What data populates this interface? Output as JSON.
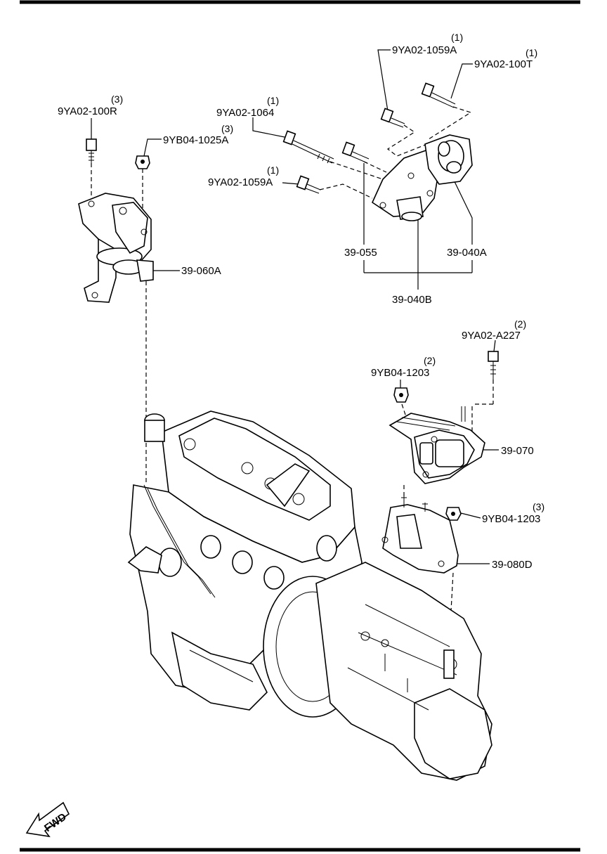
{
  "parts": {
    "p_9ya02_1059a_top": {
      "num": "9YA02-1059A",
      "qty": "(1)"
    },
    "p_9ya02_100t": {
      "num": "9YA02-100T",
      "qty": "(1)"
    },
    "p_9ya02_100r": {
      "num": "9YA02-100R",
      "qty": "(3)"
    },
    "p_9ya02_1064": {
      "num": "9YA02-1064",
      "qty": "(1)"
    },
    "p_9yb04_1025a": {
      "num": "9YB04-1025A",
      "qty": "(3)"
    },
    "p_9ya02_1059a_mid": {
      "num": "9YA02-1059A",
      "qty": "(1)"
    },
    "p_39_060a": {
      "num": "39-060A"
    },
    "p_39_055": {
      "num": "39-055"
    },
    "p_39_040a": {
      "num": "39-040A"
    },
    "p_39_040b": {
      "num": "39-040B"
    },
    "p_9ya02_a227": {
      "num": "9YA02-A227",
      "qty": "(2)"
    },
    "p_9yb04_1203_a": {
      "num": "9YB04-1203",
      "qty": "(2)"
    },
    "p_39_070": {
      "num": "39-070"
    },
    "p_9yb04_1203_b": {
      "num": "9YB04-1203",
      "qty": "(3)"
    },
    "p_39_080d": {
      "num": "39-080D"
    }
  },
  "fwd": "FWD"
}
